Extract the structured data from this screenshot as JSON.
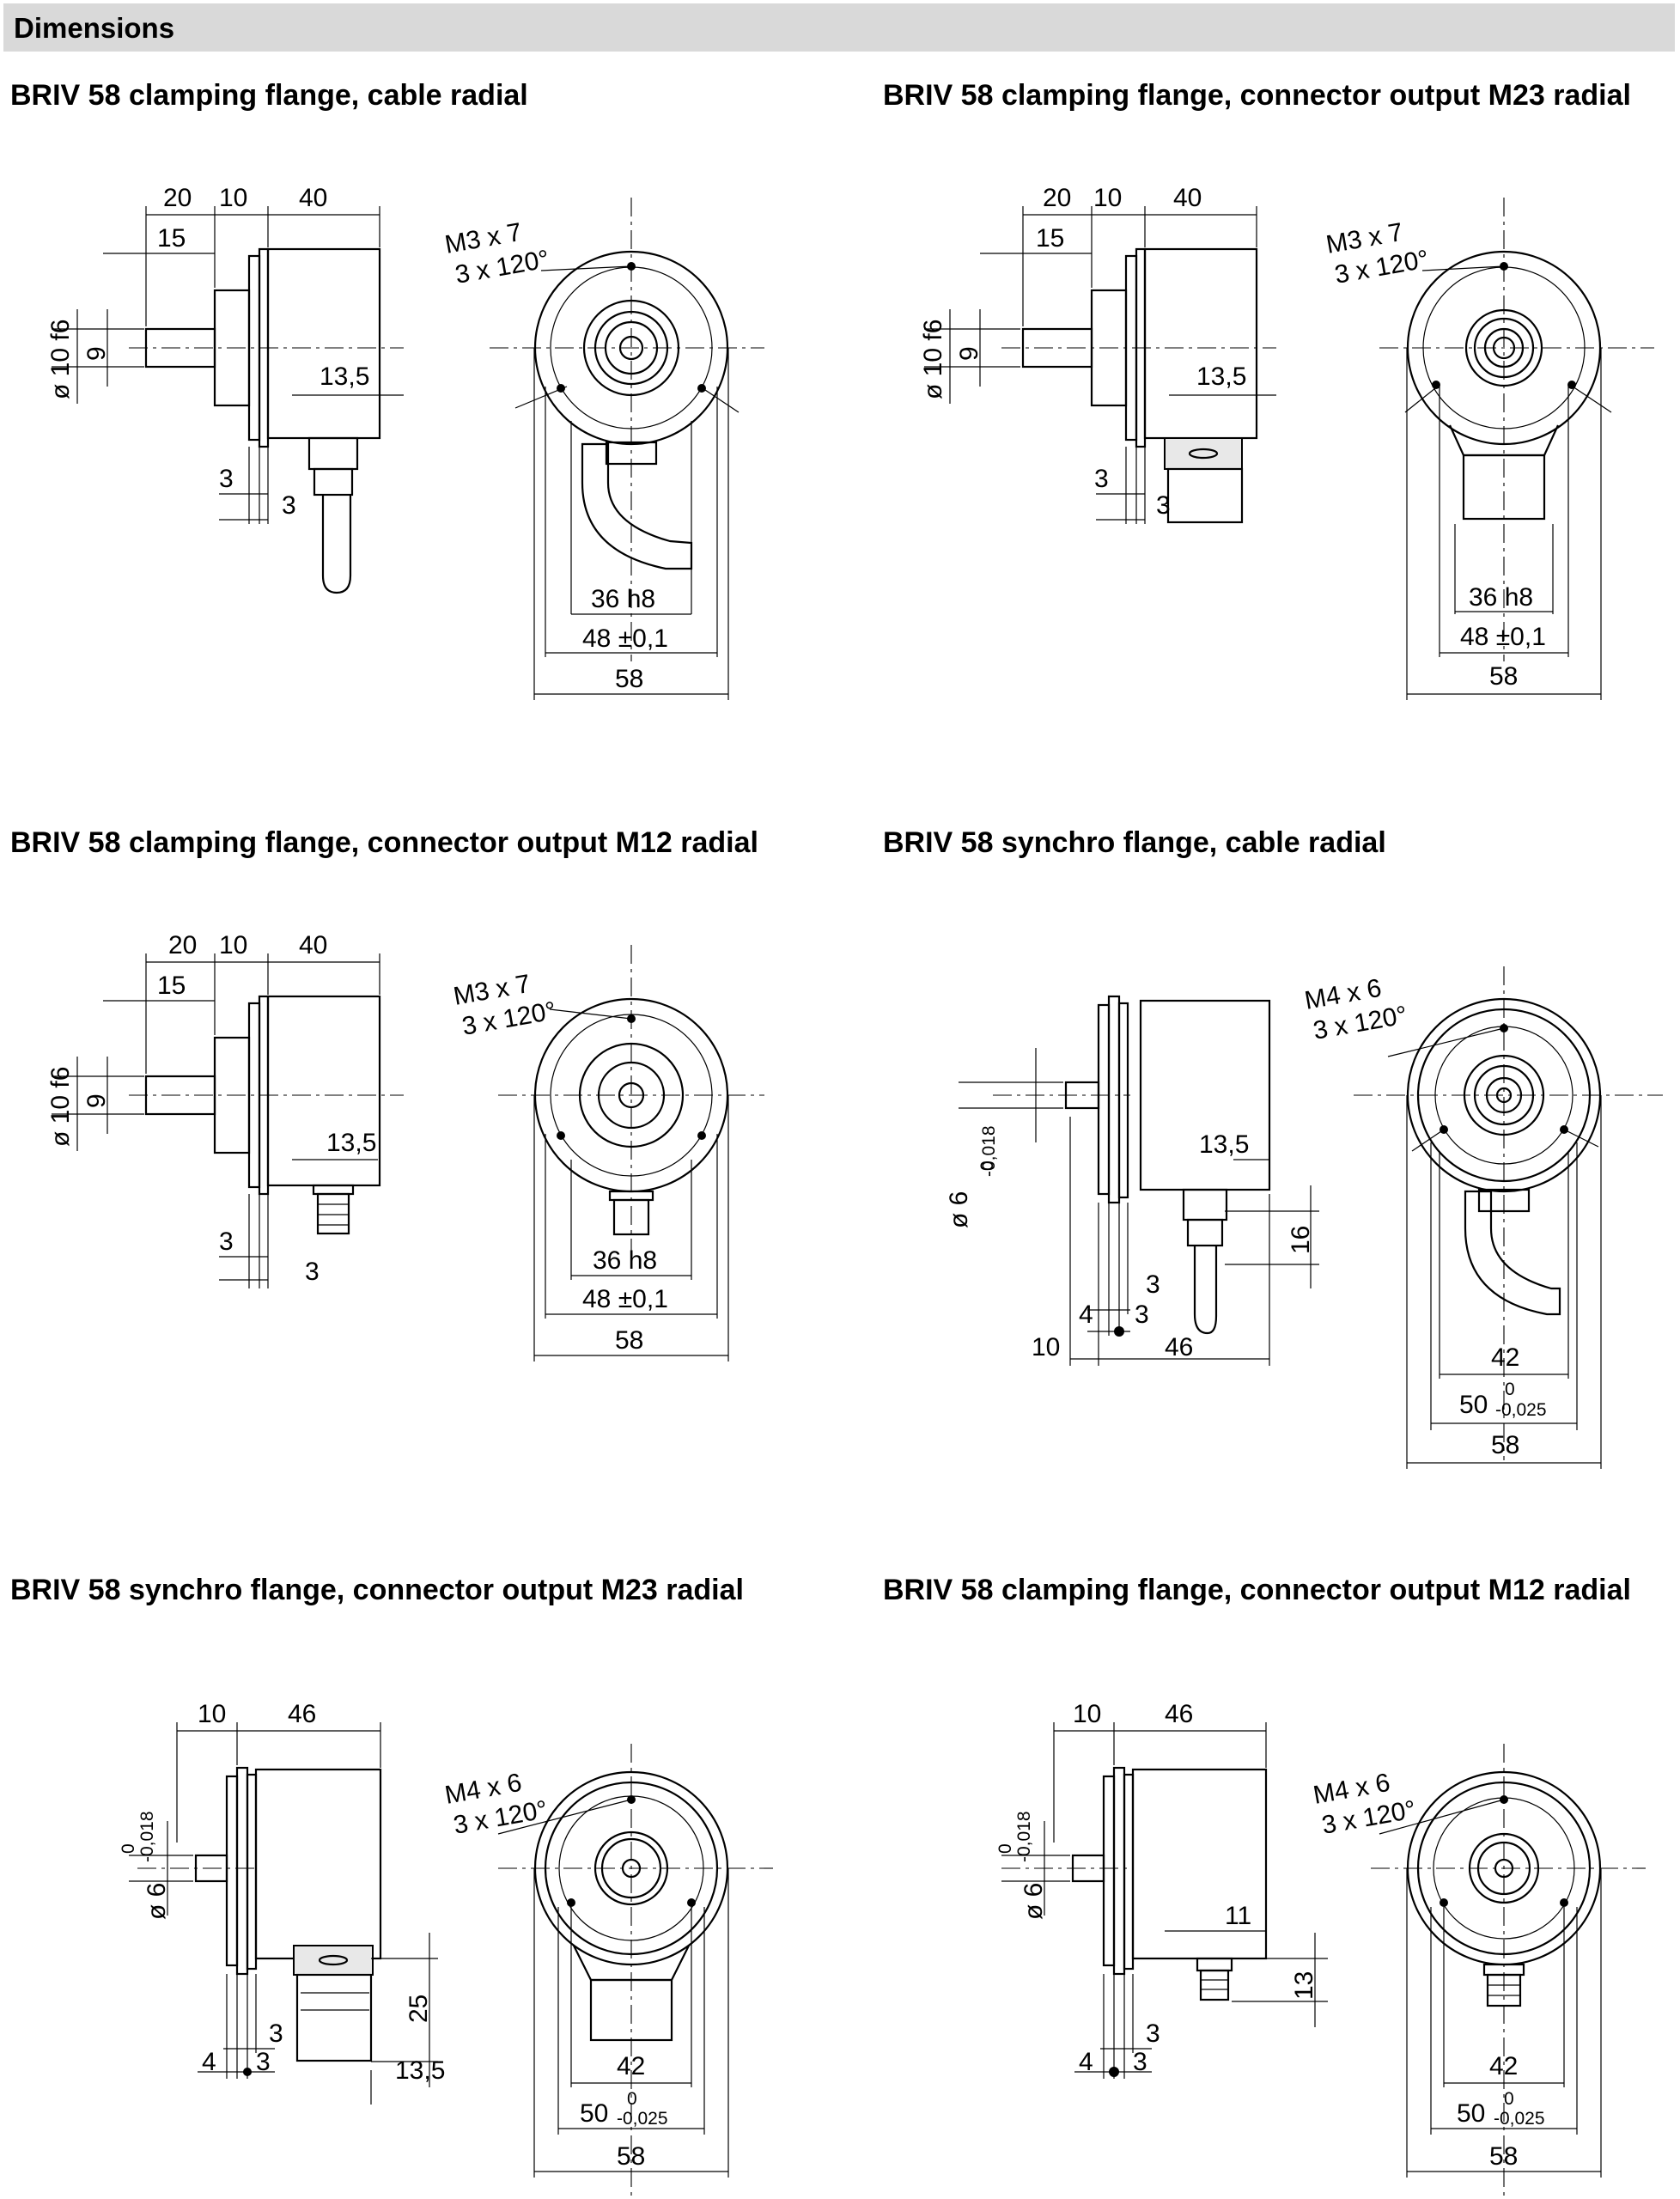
{
  "header": {
    "title": "Dimensions"
  },
  "drawings": [
    {
      "title": "BRIV 58 clamping flange, cable radial",
      "side": {
        "top": [
          "20",
          "10",
          "40"
        ],
        "sub_top": "15",
        "left": [
          "ø 10 f6",
          "9"
        ],
        "mid": "13,5",
        "bottom": [
          "3",
          "3"
        ]
      },
      "front": {
        "thread": [
          "M3 x 7",
          "3 x 120°"
        ],
        "dims": [
          "36  h8",
          "48 ±0,1",
          "58"
        ]
      }
    },
    {
      "title": "BRIV 58 clamping flange, connector output M23 radial",
      "side": {
        "top": [
          "20",
          "10",
          "40"
        ],
        "sub_top": "15",
        "left": [
          "ø 10 f6",
          "9"
        ],
        "mid": "13,5",
        "bottom": [
          "3",
          "3"
        ]
      },
      "front": {
        "thread": [
          "M3 x 7",
          "3 x 120°"
        ],
        "dims": [
          "36  h8",
          "48 ±0,1",
          "58"
        ]
      }
    },
    {
      "title": "BRIV 58 clamping flange, connector output M12 radial",
      "side": {
        "top": [
          "20",
          "10",
          "40"
        ],
        "sub_top": "15",
        "left": [
          "ø 10 f6",
          "9"
        ],
        "mid": "13,5",
        "bottom": [
          "3",
          "3"
        ]
      },
      "front": {
        "thread": [
          "M3 x 7",
          "3 x 120°"
        ],
        "dims": [
          "36  h8",
          "48 ±0,1",
          "58"
        ]
      }
    },
    {
      "title": "BRIV 58 synchro flange, cable radial",
      "side": {
        "left": [
          "ø 6",
          "0",
          "-0,018"
        ],
        "mid": "13,5",
        "right": "16",
        "bottom": [
          "3",
          "4",
          "3",
          "10",
          "46"
        ]
      },
      "front": {
        "thread": [
          "M4 x 6",
          "3 x 120°"
        ],
        "dims": [
          "42",
          "50",
          "0",
          "-0,025",
          "58"
        ]
      }
    },
    {
      "title": "BRIV 58 synchro flange, connector output M23 radial",
      "side": {
        "top": [
          "10",
          "46"
        ],
        "left": [
          "ø 6",
          "0",
          "-0,018"
        ],
        "right": "25",
        "bottom": [
          "3",
          "4",
          "3",
          "13,5"
        ]
      },
      "front": {
        "thread": [
          "M4 x 6",
          "3 x 120°"
        ],
        "dims": [
          "42",
          "50",
          "0",
          "-0,025",
          "58"
        ]
      }
    },
    {
      "title": "BRIV 58 clamping flange, connector output M12 radial",
      "side": {
        "top": [
          "10",
          "46"
        ],
        "left": [
          "ø 6",
          "0",
          "-0,018"
        ],
        "mid": "11",
        "right": "13",
        "bottom": [
          "3",
          "4",
          "3"
        ]
      },
      "front": {
        "thread": [
          "M4 x 6",
          "3 x 120°"
        ],
        "dims": [
          "42",
          "50",
          "0",
          "-0,025",
          "58"
        ]
      }
    }
  ]
}
